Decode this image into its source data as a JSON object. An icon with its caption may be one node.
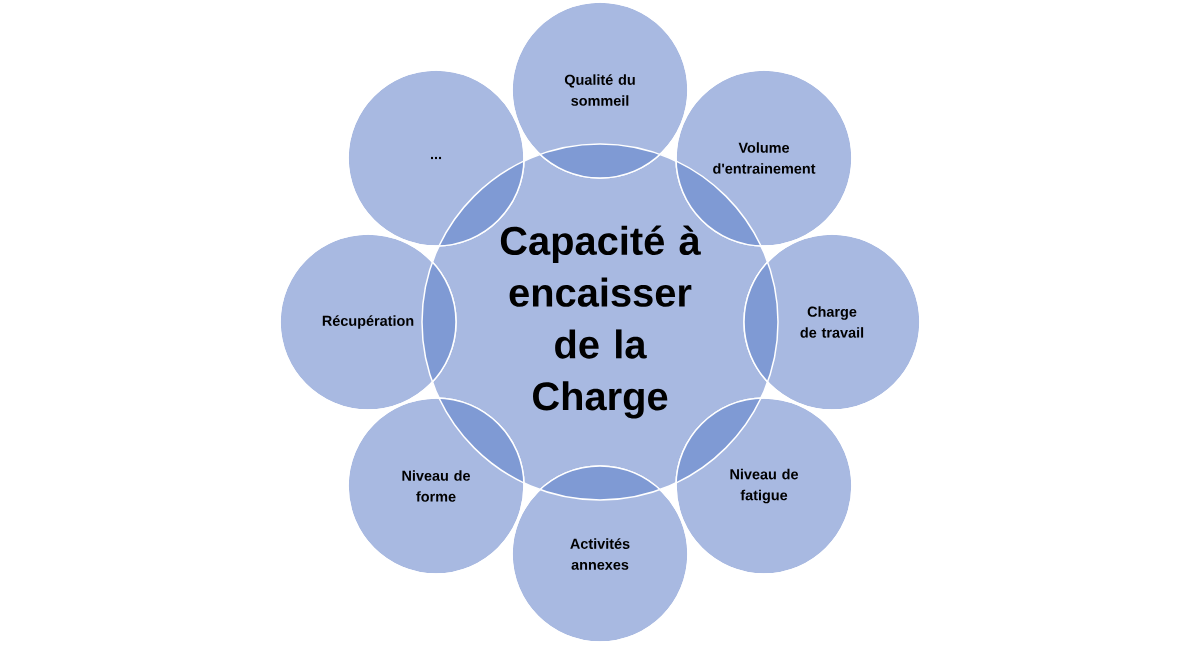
{
  "diagram": {
    "nodes": [
      {
        "text": [
          "Capacité à encaisser de la Charge"
        ]
      },
      {
        "text": [
          "Qualité du sommeil"
        ]
      },
      {
        "text": [
          "Volume d'entrainement"
        ]
      },
      {
        "text": [
          "Charge de travail"
        ]
      },
      {
        "text": [
          "Niveau de fatigue"
        ]
      },
      {
        "text": [
          "Activités annexes"
        ]
      },
      {
        "text": [
          "Niveau de forme"
        ]
      },
      {
        "text": [
          "Récupération"
        ]
      },
      {
        "text": [
          "..."
        ]
      }
    ]
  }
}
